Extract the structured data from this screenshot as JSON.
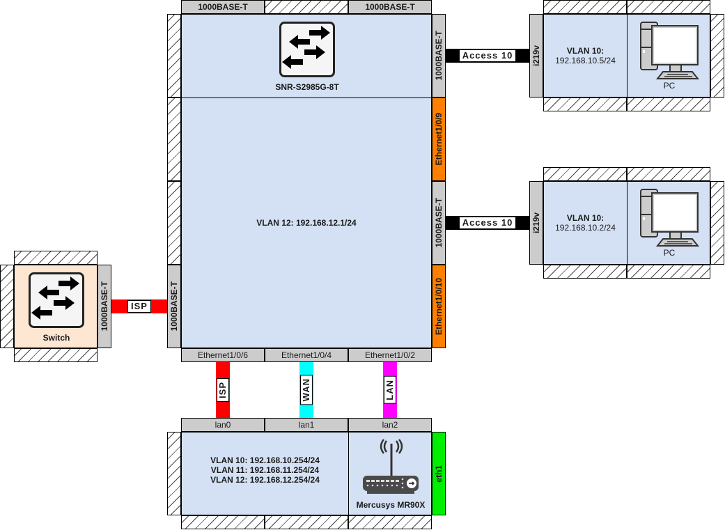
{
  "main_switch": {
    "name": "SNR-S2985G-8T",
    "icon": "switch-icon",
    "vlan_label": "VLAN 12: 192.168.12.1/24",
    "top_ports": [
      "1000BASE-T",
      "1000BASE-T"
    ],
    "right_ports": [
      "1000BASE-T",
      "Ethernet1/0/9",
      "1000BASE-T",
      "Ethernet1/0/10"
    ],
    "left_port": "1000BASE-T",
    "bottom_ports": [
      "Ethernet1/0/6",
      "Ethernet1/0/4",
      "Ethernet1/0/2"
    ]
  },
  "isp_switch": {
    "name": "Switch",
    "icon": "switch-icon",
    "port": "1000BASE-T"
  },
  "pcs": [
    {
      "port": "i219v",
      "vlan": "VLAN 10:",
      "ip": "192.168.10.5/24",
      "name": "PC",
      "icon": "pc-icon"
    },
    {
      "port": "i219v",
      "vlan": "VLAN 10:",
      "ip": "192.168.10.2/24",
      "name": "PC",
      "icon": "pc-icon"
    }
  ],
  "router": {
    "name": "Mercusys MR90X",
    "icon": "wireless-router-icon",
    "top_ports": [
      "lan0",
      "lan1",
      "lan2"
    ],
    "right_port": "eth1",
    "vlans": [
      "VLAN 10: 192.168.10.254/24",
      "VLAN 11: 192.168.11.254/24",
      "VLAN 12: 192.168.12.254/24"
    ]
  },
  "links": {
    "isp_switch": {
      "label": "ISP",
      "color": "#ff0000"
    },
    "pc1": {
      "label": "Access 10",
      "color": "#000000"
    },
    "pc2": {
      "label": "Access 10",
      "color": "#000000"
    },
    "router_isp": {
      "label": "ISP",
      "color": "#ff0000"
    },
    "router_wan": {
      "label": "WAN",
      "color": "#00ffff"
    },
    "router_lan": {
      "label": "LAN",
      "color": "#ff00ff"
    }
  },
  "colors": {
    "device_body": "#d4e1f4",
    "switch_body": "#fde6d2",
    "port": "#cccccc",
    "port_highlight": "#ff8000",
    "port_eth1": "#00ee00"
  }
}
